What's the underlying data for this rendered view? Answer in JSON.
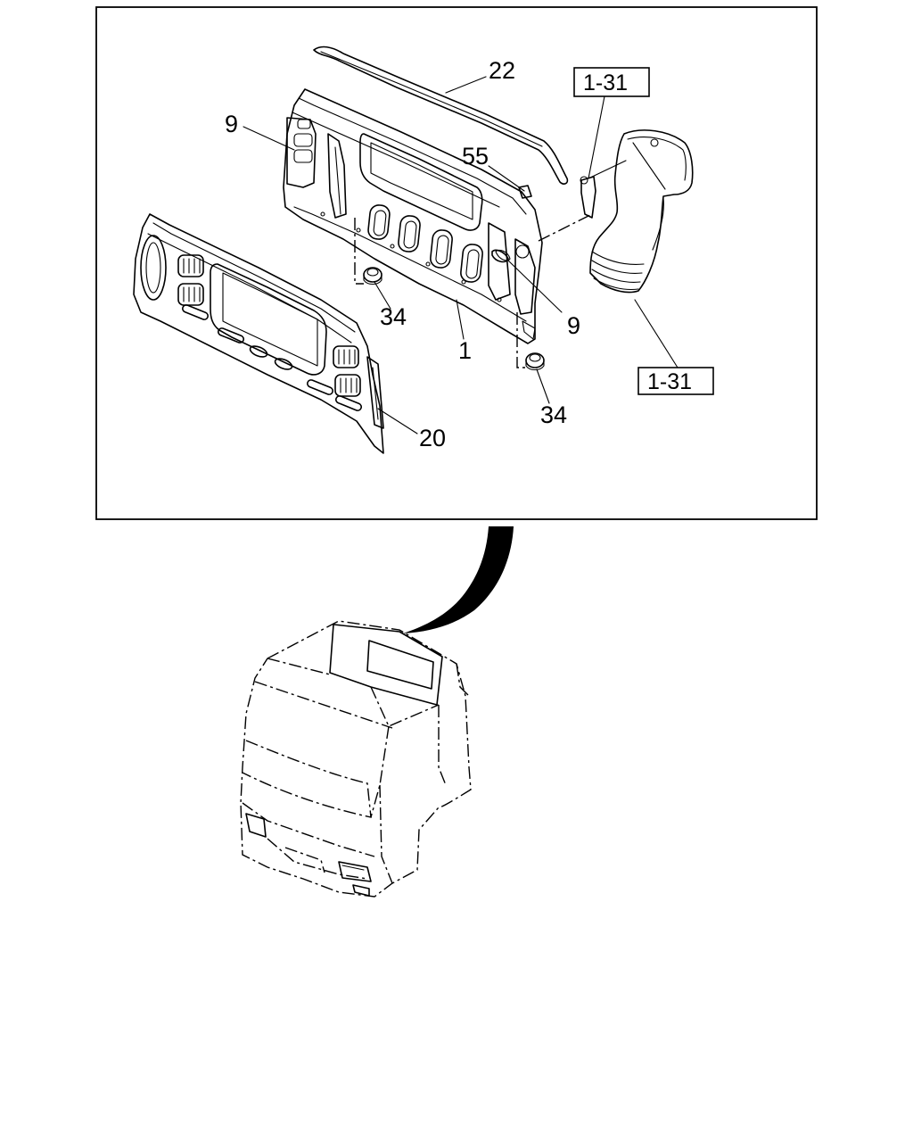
{
  "callouts": [
    {
      "id": "callout-22",
      "text": "22"
    },
    {
      "id": "callout-9-top",
      "text": "9"
    },
    {
      "id": "callout-55",
      "text": "55"
    },
    {
      "id": "callout-34-left",
      "text": "34"
    },
    {
      "id": "callout-1",
      "text": "1"
    },
    {
      "id": "callout-9-right",
      "text": "9"
    },
    {
      "id": "callout-34-right",
      "text": "34"
    },
    {
      "id": "callout-20",
      "text": "20"
    }
  ],
  "references": [
    {
      "id": "ref-1-31-top",
      "text": "1-31"
    },
    {
      "id": "ref-1-31-bottom",
      "text": "1-31"
    }
  ]
}
